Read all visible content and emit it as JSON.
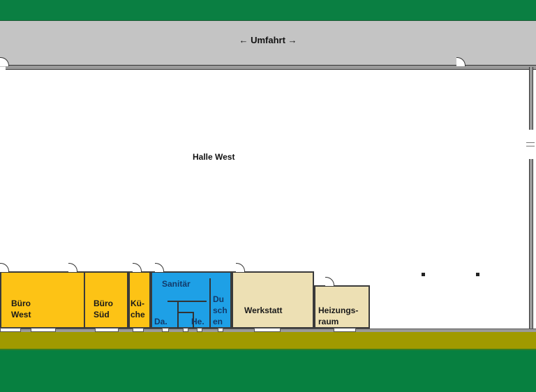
{
  "plan": {
    "road_label": "← Umfahrt →",
    "hall_label": "Halle West",
    "rooms": [
      {
        "id": "buero-west",
        "label_line1": "Büro",
        "label_line2": "West",
        "color": "#fdc315"
      },
      {
        "id": "buero-sued",
        "label_line1": "Büro",
        "label_line2": "Süd",
        "color": "#fdc315"
      },
      {
        "id": "kueche",
        "label_line1": "Kü-",
        "label_line2": "che",
        "color": "#fdc315"
      },
      {
        "id": "sanitaer",
        "label": "Sanitär",
        "color": "#1ea0e6"
      },
      {
        "id": "damen",
        "label": "Da.",
        "color": "#1ea0e6"
      },
      {
        "id": "herren",
        "label": "He.",
        "color": "#1ea0e6"
      },
      {
        "id": "duschen",
        "label_line1": "Du",
        "label_line2": "sch",
        "label_line3": "en",
        "color": "#1ea0e6"
      },
      {
        "id": "werkstatt",
        "label": "Werkstatt",
        "color": "#ede0b4"
      },
      {
        "id": "heizungsraum",
        "label_line1": "Heizungs-",
        "label_line2": "raum",
        "color": "#ede0b4"
      }
    ],
    "colors": {
      "green_band": "#0a7f42",
      "road": "#c4c4c4",
      "olive_strip": "#a09a00",
      "office": "#fdc315",
      "sanitary": "#1ea0e6",
      "technical": "#ede0b4"
    }
  }
}
